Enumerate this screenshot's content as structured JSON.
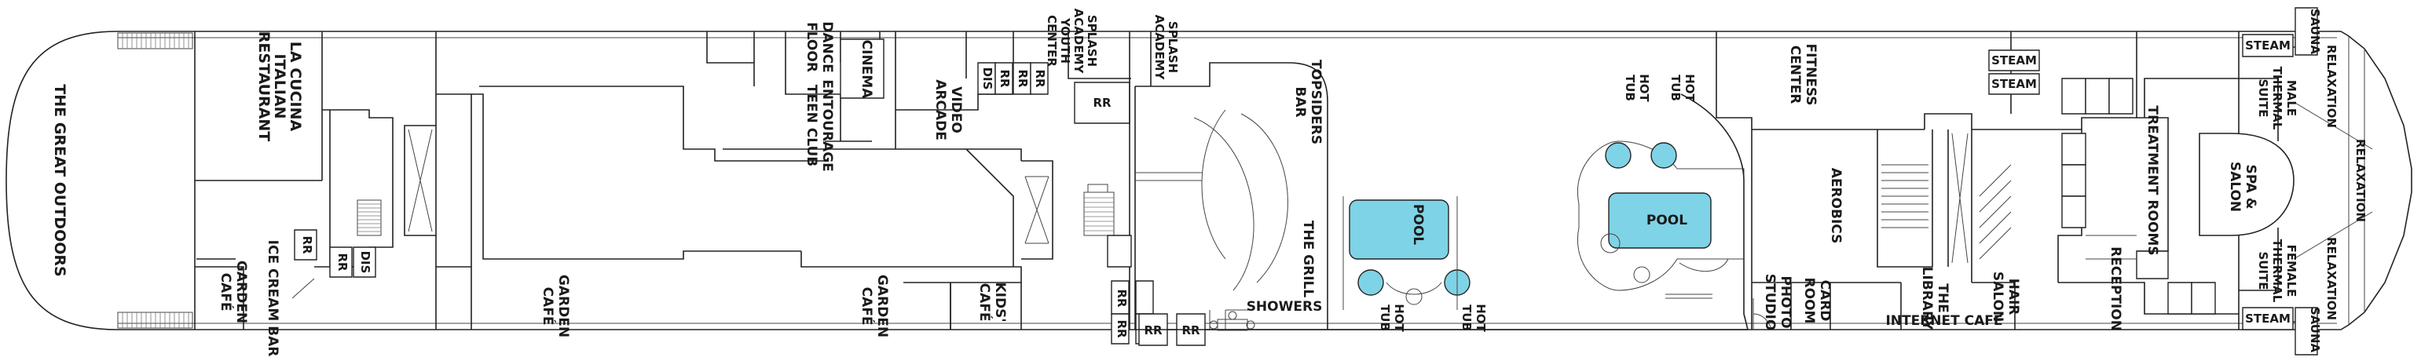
{
  "colors": {
    "water": "#7fd3e6",
    "wall": "#222222",
    "background": "#ffffff"
  },
  "areas": {
    "great_outdoors": "THE GREAT OUTDOORS",
    "la_cucina_1": "LA CUCINA",
    "la_cucina_2": "ITALIAN",
    "la_cucina_3": "RESTAURANT",
    "ice_cream_bar": "ICE CREAM BAR",
    "garden_cafe_left_1": "GARDEN",
    "garden_cafe_left_2": "CAFÉ",
    "garden_cafe_mid_1": "GARDEN",
    "garden_cafe_mid_2": "CAFÉ",
    "garden_cafe_right_1": "GARDEN",
    "garden_cafe_right_2": "CAFÉ",
    "dance_floor_1": "DANCE",
    "dance_floor_2": "FLOOR",
    "entourage_1": "ENTOURAGE",
    "entourage_2": "TEEN CLUB",
    "cinema": "CINEMA",
    "video_arcade_1": "VIDEO",
    "video_arcade_2": "ARCADE",
    "splash_youth_1": "SPLASH",
    "splash_youth_2": "ACADEMY",
    "splash_youth_3": "YOUTH",
    "splash_youth_4": "CENTER",
    "splash_academy_1": "SPLASH",
    "splash_academy_2": "ACADEMY",
    "kids_cafe_1": "KIDS'",
    "kids_cafe_2": "CAFÉ",
    "topsiders_1": "TOPSIDERS",
    "topsiders_2": "BAR",
    "the_grill": "THE GRILL",
    "showers": "SHOWERS",
    "pool_aft": "POOL",
    "pool_fwd": "POOL",
    "hot_tub_1": "HOT",
    "hot_tub_2": "TUB",
    "fitness_1": "FITNESS",
    "fitness_2": "CENTER",
    "aerobics": "AEROBICS",
    "photo_studio_1": "PHOTO",
    "photo_studio_2": "STUDIO",
    "card_room_1": "CARD",
    "card_room_2": "ROOM",
    "library_1": "THE",
    "library_2": "LIBRARY",
    "internet_cafe": "INTERNET CAFÉ",
    "hair_salon_1": "HAIR",
    "hair_salon_2": "SALON",
    "reception": "RECEPTION",
    "treatment_rooms": "TREATMENT ROOMS",
    "spa_salon_1": "SPA &",
    "spa_salon_2": "SALON",
    "male_suite_1": "MALE",
    "male_suite_2": "THERMAL",
    "male_suite_3": "SUITE",
    "female_suite_1": "FEMALE",
    "female_suite_2": "THERMAL",
    "female_suite_3": "SUITE",
    "relaxation": "RELAXATION",
    "sauna": "SAUNA",
    "steam": "STEAM"
  },
  "facilities": {
    "restroom": "RR",
    "disabled_restroom": "DIS"
  }
}
